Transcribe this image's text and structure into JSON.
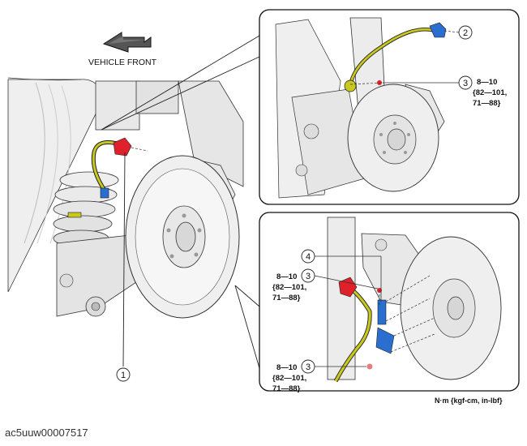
{
  "direction_label": "VEHICLE FRONT",
  "units_note": "N·m {kgf-cm, in-lbf}",
  "figure_id": "ac5uuw00007517",
  "callouts": {
    "c1": "1",
    "c2": "2",
    "c3_top": "3",
    "c4": "4",
    "c3_mid": "3",
    "c3_bottom": "3"
  },
  "torque_specs": {
    "top": [
      "8—10",
      "{82—101,",
      "71—88}"
    ],
    "mid": [
      "8—10",
      "{82—101,",
      "71—88}"
    ],
    "bottom": [
      "8—10",
      "{82—101,",
      "71—88}"
    ]
  },
  "colors": {
    "hose": "#c8c81e",
    "fitting_red": "#e0202a",
    "clip_blue": "#2a6fd0",
    "outline": "#1e1e1e",
    "part_fill": "#f2f2f2"
  }
}
